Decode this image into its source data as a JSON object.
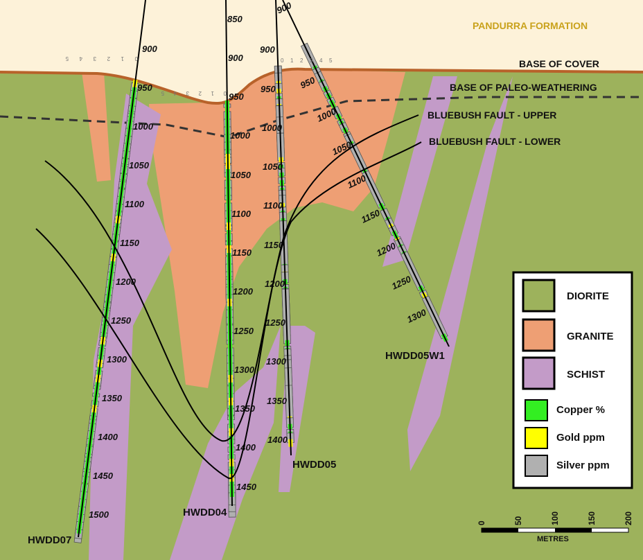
{
  "units": {
    "pandurra": "PANDURRA FORMATION",
    "base_cover": "BASE OF COVER",
    "base_paleo": "BASE OF PALEO-WEATHERING",
    "fault_upper": "BLUEBUSH FAULT - UPPER",
    "fault_lower": "BLUEBUSH FAULT - LOWER"
  },
  "holes": [
    {
      "name": "HWDD07",
      "depths": [
        "900",
        "950",
        "1000",
        "1050",
        "1100",
        "1150",
        "1200",
        "1250",
        "1300",
        "1350",
        "1400",
        "1450",
        "1500"
      ]
    },
    {
      "name": "HWDD04",
      "depths": [
        "850",
        "900",
        "950",
        "1000",
        "1050",
        "1100",
        "1150",
        "1200",
        "1250",
        "1300",
        "1350",
        "1400",
        "1450"
      ]
    },
    {
      "name": "HWDD05",
      "depths": [
        "900",
        "950",
        "1000",
        "1050",
        "1100",
        "1150",
        "1200",
        "1250",
        "1300",
        "1350",
        "1400"
      ]
    },
    {
      "name": "HWDD05W1",
      "depths": [
        "900",
        "950",
        "1000",
        "1050",
        "1100",
        "1150",
        "1200",
        "1250",
        "1300"
      ]
    }
  ],
  "histogram_scale": [
    "0",
    "1",
    "2",
    "3",
    "4",
    "5"
  ],
  "legend": {
    "items": [
      {
        "label": "DIORITE",
        "color": "#9db25c"
      },
      {
        "label": "GRANITE",
        "color": "#ee9f74"
      },
      {
        "label": "SCHIST",
        "color": "#c39bc8"
      },
      {
        "label": "Copper %",
        "color": "#33ee22"
      },
      {
        "label": "Gold ppm",
        "color": "#ffff00"
      },
      {
        "label": "Silver ppm",
        "color": "#b0b0b0"
      }
    ]
  },
  "scale_bar": {
    "ticks": [
      "0",
      "50",
      "100",
      "150",
      "200"
    ],
    "unit": "METRES"
  },
  "colors": {
    "cover": "#fdf2d9",
    "cover_line": "#b8622a",
    "pandurra": "#c9a21b"
  }
}
